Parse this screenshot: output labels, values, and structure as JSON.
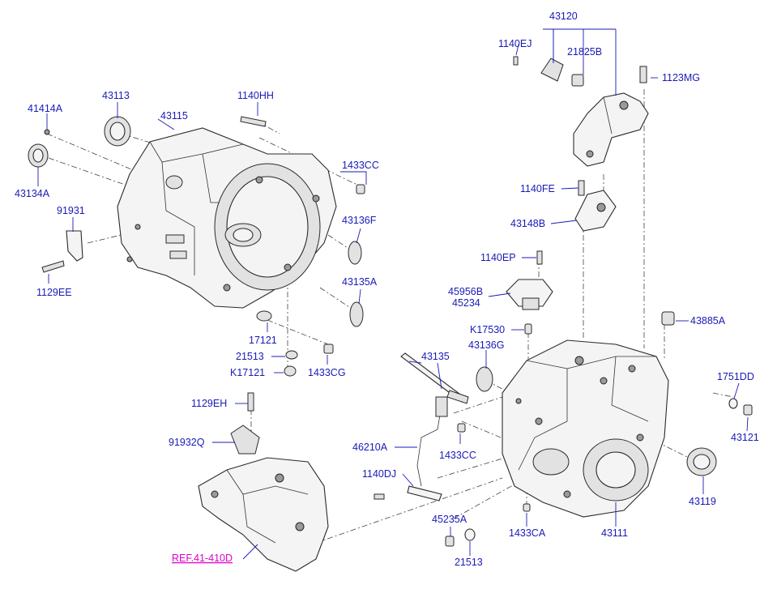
{
  "labels": {
    "p43120": "43120",
    "p1140EJ": "1140EJ",
    "p21825B": "21825B",
    "p1123MG": "1123MG",
    "p41414A": "41414A",
    "p43113": "43113",
    "p1140HH": "1140HH",
    "p43115": "43115",
    "p43134A": "43134A",
    "p1433CC_top": "1433CC",
    "p91931": "91931",
    "p43136F": "43136F",
    "p1129EE": "1129EE",
    "p43135A": "43135A",
    "p1140FE": "1140FE",
    "p43148B": "43148B",
    "p1140EP": "1140EP",
    "p45956B": "45956B",
    "p45234": "45234",
    "p17121": "17121",
    "p21513_top": "21513",
    "pK17121": "K17121",
    "p1433CG": "1433CG",
    "pK17530": "K17530",
    "p43136G": "43136G",
    "p43135": "43135",
    "p43885A": "43885A",
    "p1751DD": "1751DD",
    "p43121": "43121",
    "p1129EH": "1129EH",
    "p91932Q": "91932Q",
    "p46210A": "46210A",
    "p1433CC_bottom": "1433CC",
    "p43119": "43119",
    "p1140DJ": "1140DJ",
    "p45235A": "45235A",
    "p1433CA": "1433CA",
    "p43111": "43111",
    "p21513_bottom": "21513",
    "ref": "REF.41-410D"
  },
  "colors": {
    "label": "#1a1ab8",
    "reference": "#e000c8",
    "outline": "#2a2a2a"
  }
}
